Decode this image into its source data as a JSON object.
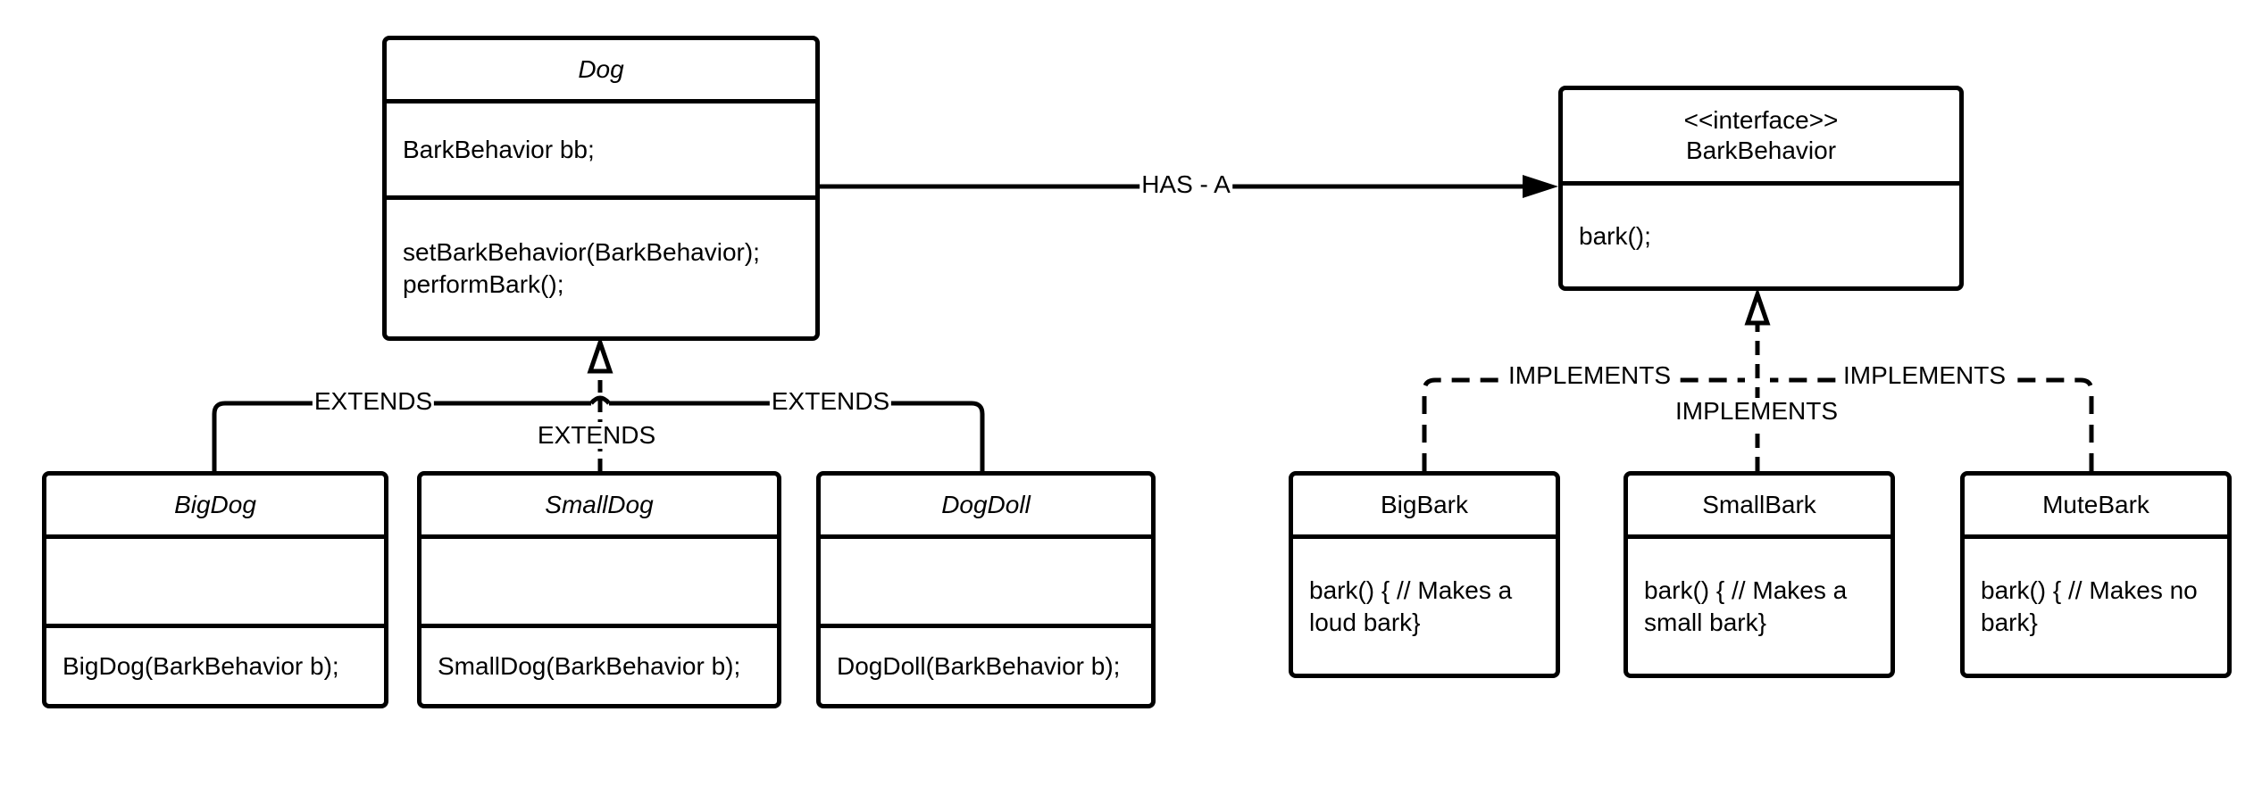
{
  "dog": {
    "name": "Dog",
    "attribute": "BarkBehavior bb;",
    "methods": [
      "setBarkBehavior(BarkBehavior);",
      "performBark();"
    ]
  },
  "bark_behavior": {
    "stereotype": "<<interface>>",
    "name": "BarkBehavior",
    "method": "bark();"
  },
  "subclasses": [
    {
      "name": "BigDog",
      "constructor": "BigDog(BarkBehavior b);"
    },
    {
      "name": "SmallDog",
      "constructor": "SmallDog(BarkBehavior b);"
    },
    {
      "name": "DogDoll",
      "constructor": "DogDoll(BarkBehavior b);"
    }
  ],
  "implementations": [
    {
      "name": "BigBark",
      "body_line1": "bark() { // Makes a",
      "body_line2": "loud bark}"
    },
    {
      "name": "SmallBark",
      "body_line1": "bark() { // Makes a",
      "body_line2": "small bark}"
    },
    {
      "name": "MuteBark",
      "body_line1": "bark() { // Makes no",
      "body_line2": "bark}"
    }
  ],
  "relations": {
    "has_a": "HAS - A",
    "extends_left": "EXTENDS",
    "extends_middle": "EXTENDS",
    "extends_right": "EXTENDS",
    "implements_left": "IMPLEMENTS",
    "implements_middle": "IMPLEMENTS",
    "implements_right": "IMPLEMENTS"
  }
}
